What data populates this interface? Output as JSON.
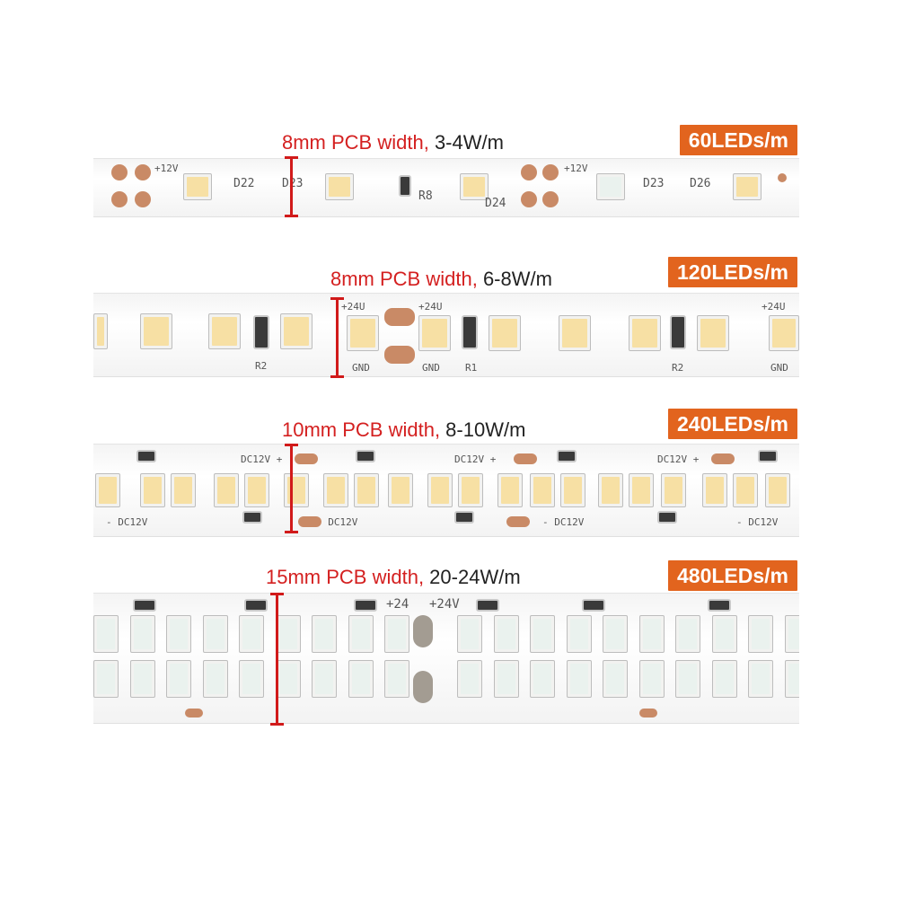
{
  "rows": [
    {
      "caption_red": "8mm PCB width,",
      "caption_rest": " 3-4W/m",
      "badge": "60LEDs/m",
      "silk": [
        "+12V",
        "D22",
        "D23",
        "R8",
        "D24",
        "+12V",
        "D23",
        "D26"
      ]
    },
    {
      "caption_red": "8mm PCB width,",
      "caption_rest": " 6-8W/m",
      "badge": "120LEDs/m",
      "silk": [
        "+24U",
        "+24U",
        "+24U",
        "GND",
        "GND",
        "GND",
        "R1",
        "R2",
        "R2"
      ]
    },
    {
      "caption_red": "10mm PCB width,",
      "caption_rest": " 8-10W/m",
      "badge": "240LEDs/m",
      "silk": [
        "DC12V +",
        "DC12V +",
        "DC12V +",
        "- DC12V",
        "- DC12V",
        "- DC12V",
        "- DC12V"
      ]
    },
    {
      "caption_red": "15mm PCB width,",
      "caption_rest": " 20-24W/m",
      "badge": "480LEDs/m",
      "silk": [
        "+24",
        "+24V"
      ]
    }
  ]
}
